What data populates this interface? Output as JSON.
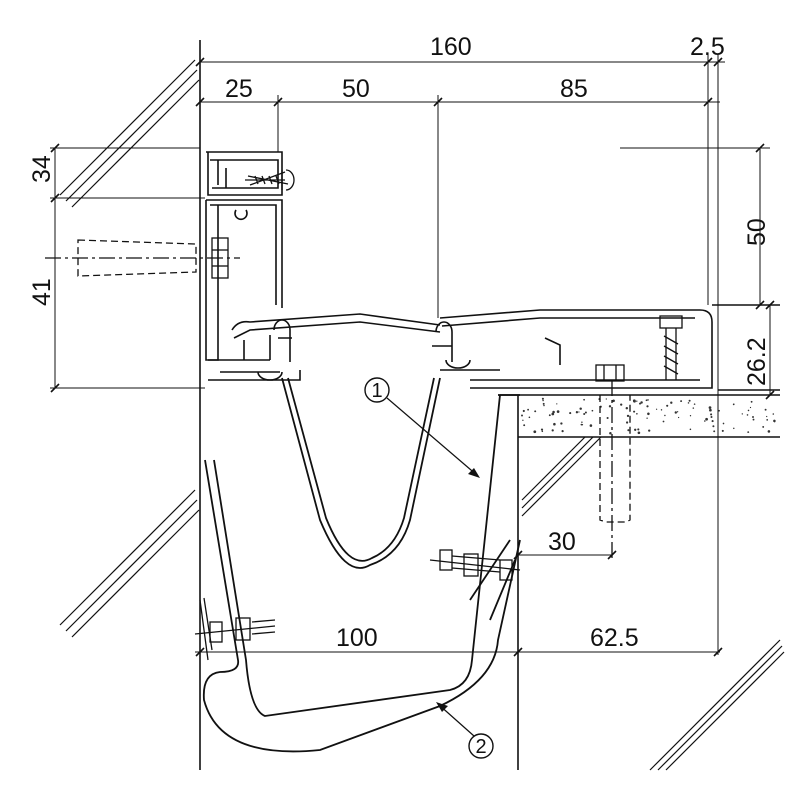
{
  "dimensions": {
    "top_overall": "160",
    "top_gap": "2.5",
    "top_seg1": "25",
    "top_seg2": "50",
    "top_seg3": "85",
    "left_upper": "34",
    "left_lower": "41",
    "right_upper": "50",
    "right_lower": "26.2",
    "bottom_left": "100",
    "bottom_right": "62.5",
    "anchor_offset": "30"
  },
  "callouts": {
    "part1": "1",
    "part2": "2"
  },
  "colors": {
    "line": "#111111",
    "concrete_dots": "#333333",
    "background": "#ffffff"
  }
}
